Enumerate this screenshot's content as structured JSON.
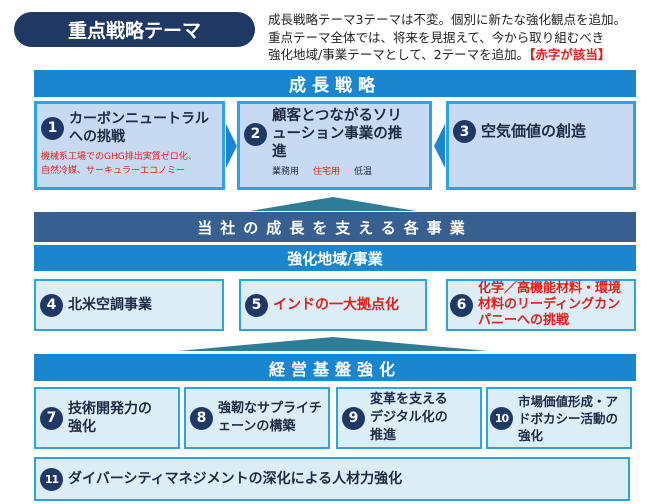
{
  "title": "重点戦略テーマ",
  "notes": [
    "成長戦略テーマ3テーマは不変。個別に新たな強化観点を追加。",
    "重点テーマ全体では、将来を見据えて、今から取り組むべき",
    "強化地域/事業テーマとして、2テーマを追加。"
  ],
  "notes_red": "【赤字が該当】",
  "growth_header": "成長戦略",
  "growth": [
    {
      "num": "1",
      "title": "カーボンニュートラルへの挑戦",
      "sub": [
        "機械系工場でのGHG排出実質ゼロ化、",
        "自然冷媒、サーキュラーエコノミー"
      ]
    },
    {
      "num": "2",
      "title": "顧客とつながるソリューション事業の推進",
      "tags": [
        "業務用",
        "住宅用",
        "低温"
      ]
    },
    {
      "num": "3",
      "title": "空気価値の創造"
    }
  ],
  "support_header": "当社の成長を支える各事業",
  "region_header": "強化地域/事業",
  "regions": [
    {
      "num": "4",
      "title": "北米空調事業"
    },
    {
      "num": "5",
      "title": "インドの一大拠点化"
    },
    {
      "num": "6",
      "title": "化学／高機能材料・環境材料のリーディングカンパニーへの挑戦"
    }
  ],
  "base_header": "経営基盤強化",
  "base": [
    {
      "num": "7",
      "title": "技術開発力の強化"
    },
    {
      "num": "8",
      "title": "強靭なサプライチェーンの構築"
    },
    {
      "num": "9",
      "title": "変革を支えるデジタル化の推進"
    },
    {
      "num": "10",
      "title": "市場価値形成・アドボカシー活動の強化"
    },
    {
      "num": "11",
      "title": "ダイバーシティマネジメントの深化による人材力強化"
    }
  ],
  "colors": {
    "navy": "#1f3864",
    "blue": "#1a86d0",
    "red": "#e0201b"
  }
}
